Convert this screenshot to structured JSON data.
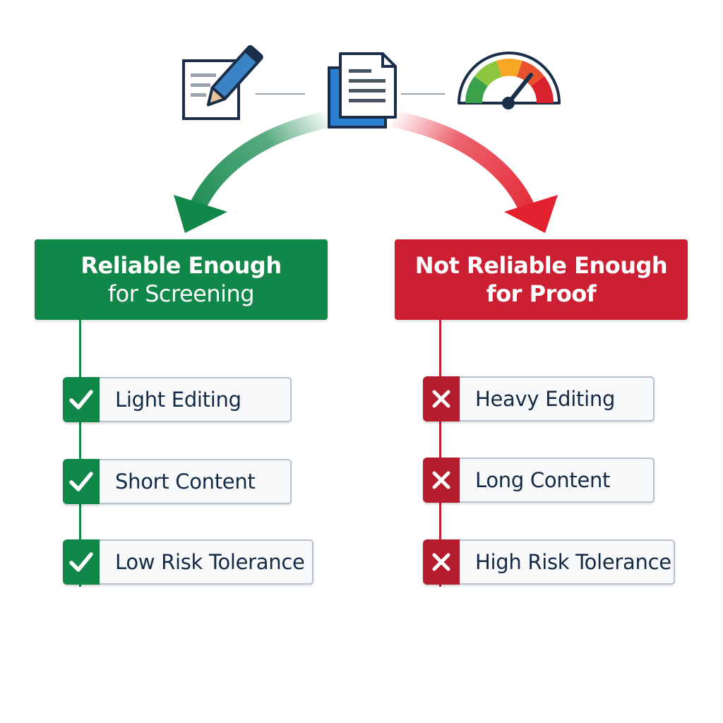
{
  "colors": {
    "positive": "#11874a",
    "negative": "#cc1f33",
    "text": "#142a44"
  },
  "icons": {
    "left": "edit-document-icon",
    "center": "text-document-icon",
    "right": "gauge-meter-icon"
  },
  "left_panel": {
    "title_line1": "Reliable Enough",
    "title_line2": "for Screening",
    "items": [
      {
        "label": "Light Editing",
        "icon": "check-icon"
      },
      {
        "label": "Short Content",
        "icon": "check-icon"
      },
      {
        "label": "Low Risk Tolerance",
        "icon": "check-icon"
      }
    ]
  },
  "right_panel": {
    "title_line1": "Not Reliable Enough",
    "title_line2": "for Proof",
    "items": [
      {
        "label": "Heavy Editing",
        "icon": "x-icon"
      },
      {
        "label": "Long Content",
        "icon": "x-icon"
      },
      {
        "label": "High Risk Tolerance",
        "icon": "x-icon"
      }
    ]
  }
}
